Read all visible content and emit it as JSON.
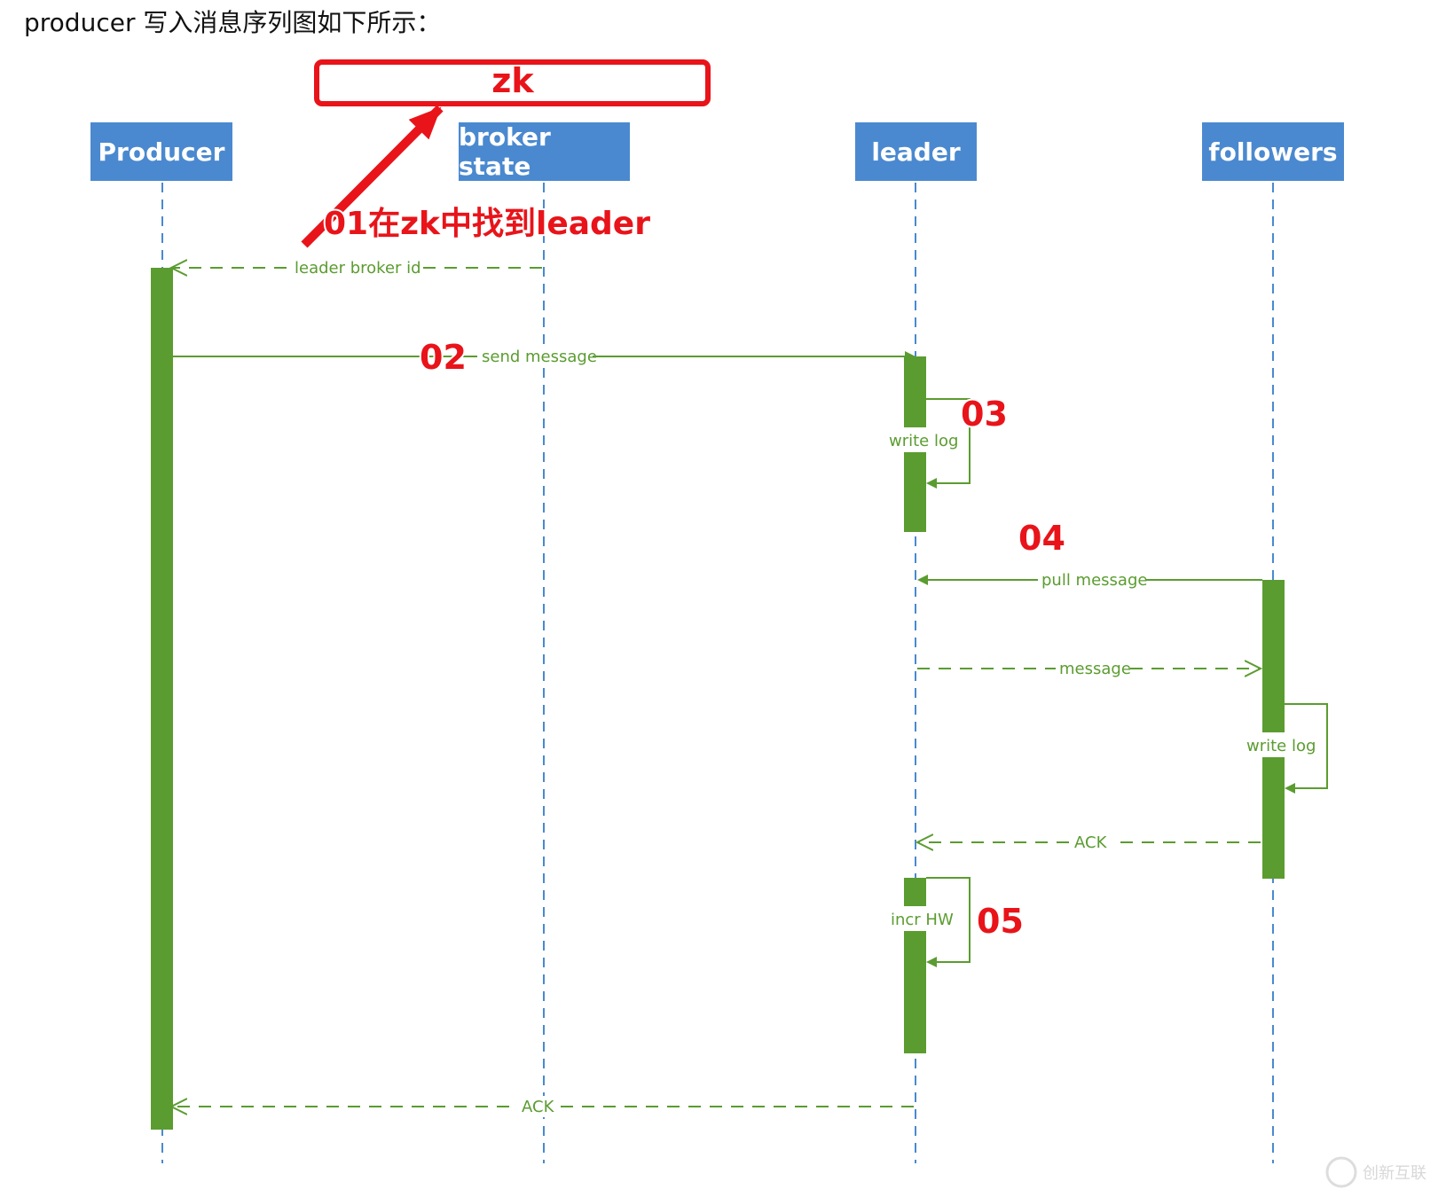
{
  "intro": "producer 写入消息序列图如下所示：",
  "actors": {
    "producer": "Producer",
    "broker_state": "broker state",
    "leader": "leader",
    "followers": "followers"
  },
  "zk_label": "zk",
  "annotation_01": "01在zk中找到leader",
  "messages": {
    "leader_broker_id": "leader broker id",
    "send_message": "send message",
    "write_log_leader": "write log",
    "pull_message": "pull message",
    "message": "message",
    "write_log_followers": "write log",
    "ack_followers": "ACK",
    "incr_hw": "incr HW",
    "ack_producer": "ACK"
  },
  "step_numbers": {
    "s02": "02",
    "s03": "03",
    "s04": "04",
    "s05": "05"
  },
  "watermark": "创新互联",
  "colors": {
    "actor_fill": "#4a89cf",
    "lifeline": "#4a89cf",
    "activation": "#5b9c30",
    "message_line": "#5b9c30",
    "highlight_red": "#e8141a"
  }
}
